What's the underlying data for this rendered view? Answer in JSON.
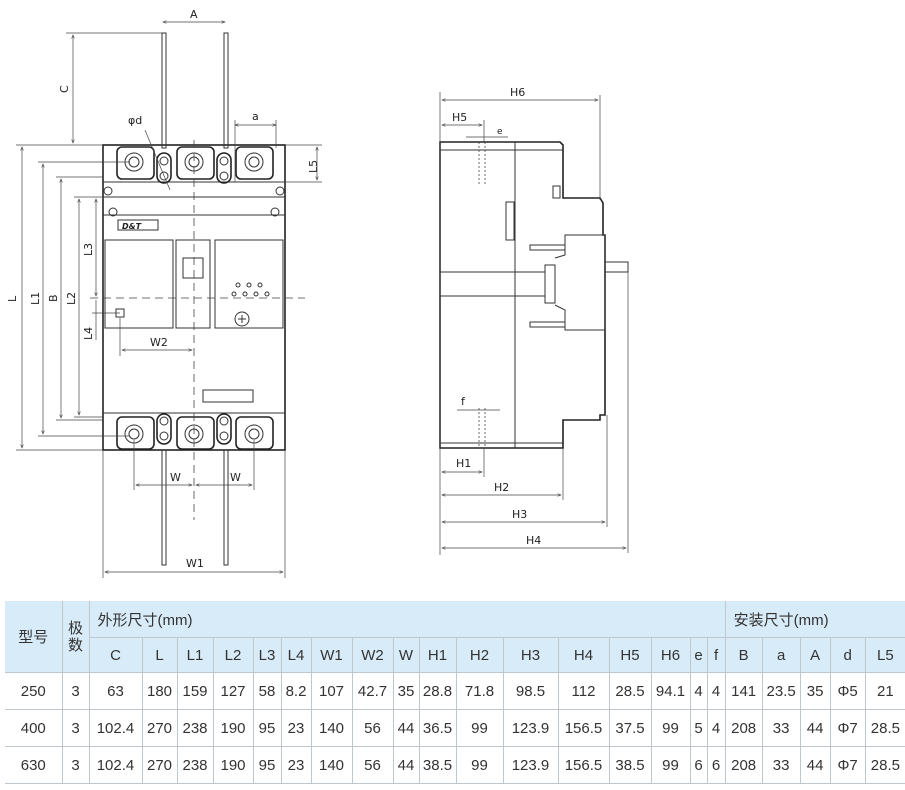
{
  "drawing": {
    "front_labels": {
      "A": "A",
      "C": "C",
      "phi_d": "φd",
      "a": "a",
      "L5": "L5",
      "L": "L",
      "L1": "L1",
      "B": "B",
      "L2": "L2",
      "L3": "L3",
      "L4": "L4",
      "W2": "W2",
      "W_left": "W",
      "W_right": "W",
      "W1": "W1",
      "logo": "D&T"
    },
    "side_labels": {
      "H6": "H6",
      "H5": "H5",
      "e": "e",
      "f": "f",
      "H1": "H1",
      "H2": "H2",
      "H3": "H3",
      "H4": "H4"
    }
  },
  "table": {
    "header": {
      "model": "型号",
      "poles": "极数",
      "outline_group": "外形尺寸(mm)",
      "mount_group": "安装尺寸(mm)",
      "outline_cols": [
        "C",
        "L",
        "L1",
        "L2",
        "L3",
        "L4",
        "W1",
        "W2",
        "W",
        "H1",
        "H2",
        "H3",
        "H4",
        "H5",
        "H6",
        "e",
        "f"
      ],
      "mount_cols": [
        "B",
        "a",
        "A",
        "d",
        "L5"
      ]
    },
    "rows": [
      [
        "250",
        "3",
        "63",
        "180",
        "159",
        "127",
        "58",
        "8.2",
        "107",
        "42.7",
        "35",
        "28.8",
        "71.8",
        "98.5",
        "112",
        "28.5",
        "94.1",
        "4",
        "4",
        "141",
        "23.5",
        "35",
        "Φ5",
        "21"
      ],
      [
        "400",
        "3",
        "102.4",
        "270",
        "238",
        "190",
        "95",
        "23",
        "140",
        "56",
        "44",
        "36.5",
        "99",
        "123.9",
        "156.5",
        "37.5",
        "99",
        "5",
        "4",
        "208",
        "33",
        "44",
        "Φ7",
        "28.5"
      ],
      [
        "630",
        "3",
        "102.4",
        "270",
        "238",
        "190",
        "95",
        "23",
        "140",
        "56",
        "44",
        "38.5",
        "99",
        "123.9",
        "156.5",
        "38.5",
        "99",
        "6",
        "6",
        "208",
        "33",
        "44",
        "Φ7",
        "28.5"
      ]
    ]
  }
}
